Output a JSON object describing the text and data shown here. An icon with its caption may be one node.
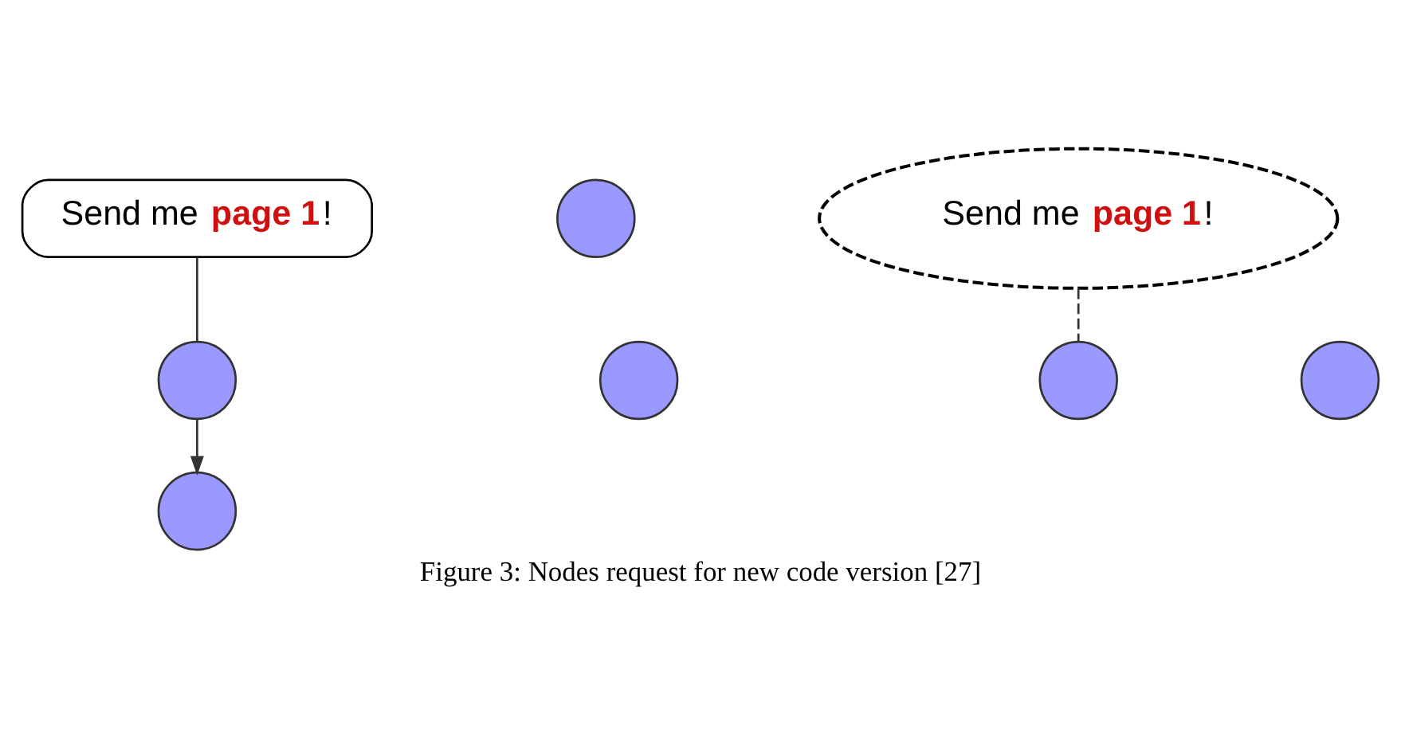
{
  "diagram": {
    "caption": "Figure 3: Nodes request for new code version [27]",
    "nodes": [
      {
        "text": [
          "Send me **page 1**!"
        ]
      },
      {
        "text": [],
        "shape": "circle"
      },
      {
        "text": [],
        "shape": "circle"
      },
      {
        "text": [],
        "shape": "circle"
      },
      {
        "text": [],
        "shape": "circle"
      },
      {
        "text": [],
        "shape": "circle"
      },
      {
        "text": [],
        "shape": "circle"
      },
      {
        "text": [
          "Send me **page 1**!"
        ]
      }
    ],
    "edges": [
      {
        "from": 0,
        "to": 2,
        "arrow": "none"
      },
      {
        "from": 2,
        "to": 4,
        "arrow": "to"
      },
      {
        "from": 7,
        "to": 5,
        "arrow": "none",
        "style": "dashed"
      }
    ]
  }
}
